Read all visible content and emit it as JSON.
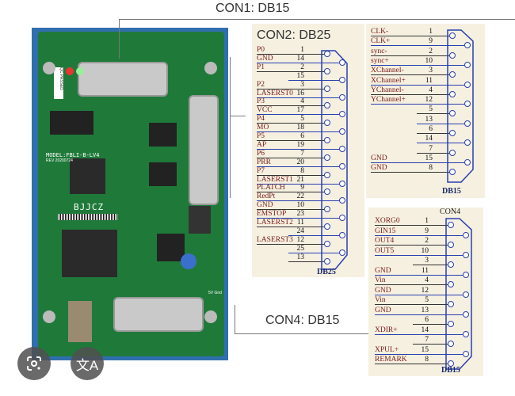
{
  "callouts": {
    "con1": "CON1: DB15",
    "con2": "CON2: DB25",
    "con4": "CON4: DB15"
  },
  "board": {
    "model": "MODEL:FBLI-B-LV4",
    "rev": "REV 20200724",
    "brand": "BJJCZ",
    "qc": "QC PASSED",
    "header_label": "5V Gnd"
  },
  "con2_db25": {
    "footer": "DB25",
    "pins": [
      {
        "label": "P0",
        "num": "1"
      },
      {
        "label": "GND",
        "num": "14"
      },
      {
        "label": "P1",
        "num": "2"
      },
      {
        "label": "",
        "num": "15"
      },
      {
        "label": "P2",
        "num": "3"
      },
      {
        "label": "LASERST0",
        "num": "16"
      },
      {
        "label": "P3",
        "num": "4"
      },
      {
        "label": "VCC",
        "num": "17"
      },
      {
        "label": "P4",
        "num": "5"
      },
      {
        "label": "MO",
        "num": "18"
      },
      {
        "label": "P5",
        "num": "6"
      },
      {
        "label": "AP",
        "num": "19"
      },
      {
        "label": "P6",
        "num": "7"
      },
      {
        "label": "PRR",
        "num": "20"
      },
      {
        "label": "P7",
        "num": "8"
      },
      {
        "label": "LASERST1",
        "num": "21"
      },
      {
        "label": "PLATCH",
        "num": "9"
      },
      {
        "label": "RedPt",
        "num": "22"
      },
      {
        "label": "GND",
        "num": "10"
      },
      {
        "label": "EMSTOP",
        "num": "23"
      },
      {
        "label": "LASERST2",
        "num": "11"
      },
      {
        "label": "",
        "num": "24"
      },
      {
        "label": "LASERST3",
        "num": "12"
      },
      {
        "label": "",
        "num": "25"
      },
      {
        "label": "",
        "num": "13"
      }
    ]
  },
  "con1_db15": {
    "footer": "DB15",
    "pins": [
      {
        "label": "CLK-",
        "num": "1"
      },
      {
        "label": "CLK+",
        "num": "9"
      },
      {
        "label": "sync-",
        "num": "2"
      },
      {
        "label": "sync+",
        "num": "10"
      },
      {
        "label": "XChannel-",
        "num": "3"
      },
      {
        "label": "XChannel+",
        "num": "11"
      },
      {
        "label": "YChannel-",
        "num": "4"
      },
      {
        "label": "YChannel+",
        "num": "12"
      },
      {
        "label": "",
        "num": "5"
      },
      {
        "label": "",
        "num": "13"
      },
      {
        "label": "",
        "num": "6"
      },
      {
        "label": "",
        "num": "14"
      },
      {
        "label": "",
        "num": "7"
      },
      {
        "label": "GND",
        "num": "15"
      },
      {
        "label": "GND",
        "num": "8"
      }
    ]
  },
  "con4_db15": {
    "title": "CON4",
    "footer": "DB15",
    "pins": [
      {
        "label": "XORG0",
        "num": "1"
      },
      {
        "label": "GIN15",
        "num": "9"
      },
      {
        "label": "OUT4",
        "num": "2"
      },
      {
        "label": "OUT5",
        "num": "10"
      },
      {
        "label": "",
        "num": "3"
      },
      {
        "label": "GND",
        "num": "11"
      },
      {
        "label": "Vin",
        "num": "4"
      },
      {
        "label": "GND",
        "num": "12"
      },
      {
        "label": "Vin",
        "num": "5"
      },
      {
        "label": "GND",
        "num": "13"
      },
      {
        "label": "",
        "num": "6"
      },
      {
        "label": "XDIR+",
        "num": "14"
      },
      {
        "label": "",
        "num": "7"
      },
      {
        "label": "XPUL+",
        "num": "15"
      },
      {
        "label": "REMARK",
        "num": "8"
      }
    ]
  },
  "overlay": {
    "lens_icon": "google-lens-icon",
    "translate_icon": "translate-icon",
    "translate_glyph": "文A"
  },
  "colors": {
    "label_red": "#7a1a1a",
    "connector_blue": "#2a3fb0",
    "board_green": "#1f7a3a",
    "heatsink_blue": "#2f6fae"
  }
}
